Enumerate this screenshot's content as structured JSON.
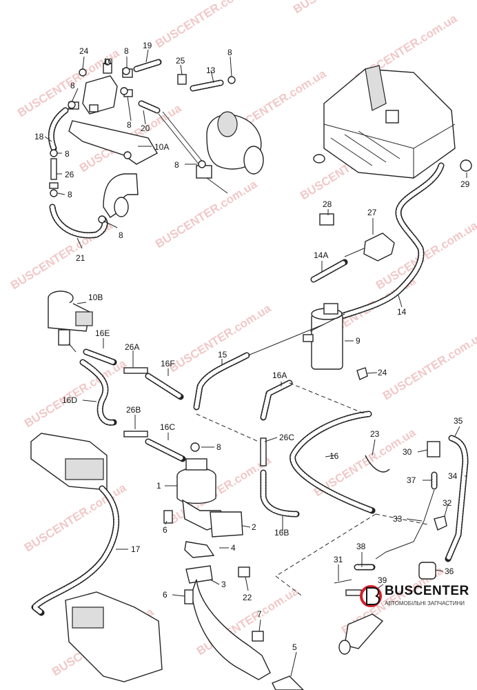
{
  "watermark_text": "BUSCENTER.com.ua",
  "brand": {
    "name": "BUSCENTER",
    "subtitle": "АВТОМОБІЛЬНІ ЗАПЧАСТИНИ",
    "accent_color": "#d21f2b"
  },
  "callouts": {
    "c24a": "24",
    "c10": "10",
    "c8a": "8",
    "c19": "19",
    "c25": "25",
    "c13": "13",
    "c8b": "8",
    "c8c": "8",
    "c8d": "8",
    "c20": "20",
    "c18": "18",
    "c10A": "10A",
    "c8e": "8",
    "c8f": "8",
    "c26": "26",
    "c8g": "8",
    "c8h": "8",
    "c21": "21",
    "c29": "29",
    "c28": "28",
    "c27": "27",
    "c14A": "14A",
    "c14": "14",
    "c10B": "10B",
    "c16E": "16E",
    "c26A": "26A",
    "c16F": "16F",
    "c15": "15",
    "c9": "9",
    "c24b": "24",
    "c16A": "16A",
    "c16D": "16D",
    "c26B": "26B",
    "c16C": "16C",
    "c8i": "8",
    "c26C": "26C",
    "c23": "23",
    "c16": "16",
    "c35": "35",
    "c30": "30",
    "c34": "34",
    "c37": "37",
    "c1": "1",
    "c32": "32",
    "c6a": "6",
    "c2": "2",
    "c33": "33",
    "c16B": "16B",
    "c17": "17",
    "c4": "4",
    "c38": "38",
    "c31": "31",
    "c36": "36",
    "c39": "39",
    "c3": "3",
    "c6b": "6",
    "c22": "22",
    "c7": "7",
    "c5": "5"
  }
}
